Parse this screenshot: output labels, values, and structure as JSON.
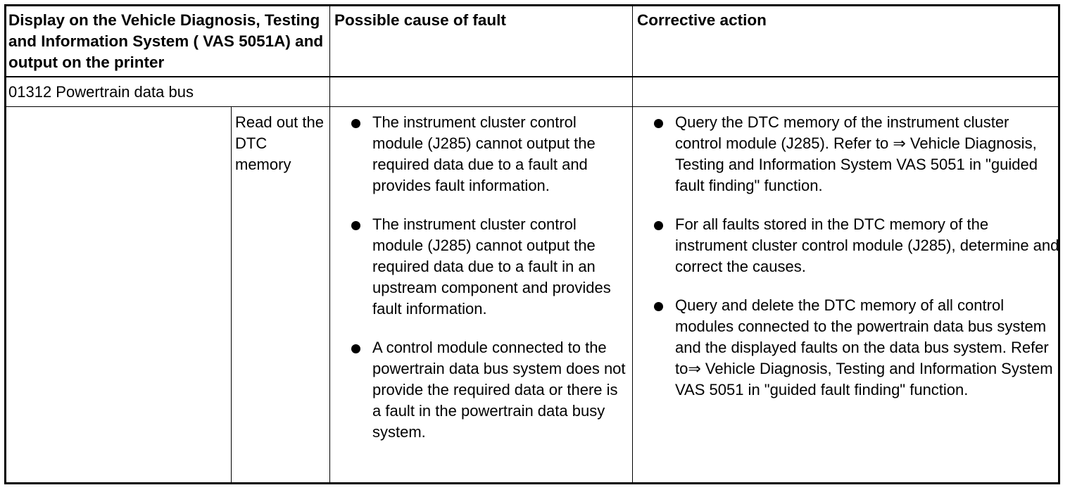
{
  "headers": {
    "display": "Display on the Vehicle Diagnosis, Testing and Information System ( VAS 5051A) and output on the printer",
    "cause": "Possible cause of fault",
    "action": "Corrective action"
  },
  "row1": {
    "display": "01312 Powertrain data bus"
  },
  "row2": {
    "sub_label": "Read out the DTC memory",
    "causes": [
      "The instrument cluster control module (J285) cannot output the required data due to a fault and provides fault information.",
      "The instrument cluster control module (J285) cannot output the required data due to a fault in an upstream component and provides fault information.",
      "A control module connected to the powertrain data bus system does not provide the required data or there is a fault in the powertrain data busy system."
    ],
    "actions": [
      "Query the DTC memory of the instrument cluster control module (J285). Refer to ⇒ Vehicle Diagnosis, Testing and Information System VAS 5051 in \"guided fault finding\" function.",
      "For all faults stored in the DTC memory of the instrument cluster control module (J285), determine and correct the causes.",
      "Query and delete the DTC memory of all control modules connected to the powertrain data bus system and the displayed faults on the data bus system. Refer to⇒ Vehicle Diagnosis, Testing and Information System VAS 5051 in \"guided fault finding\" function."
    ]
  }
}
